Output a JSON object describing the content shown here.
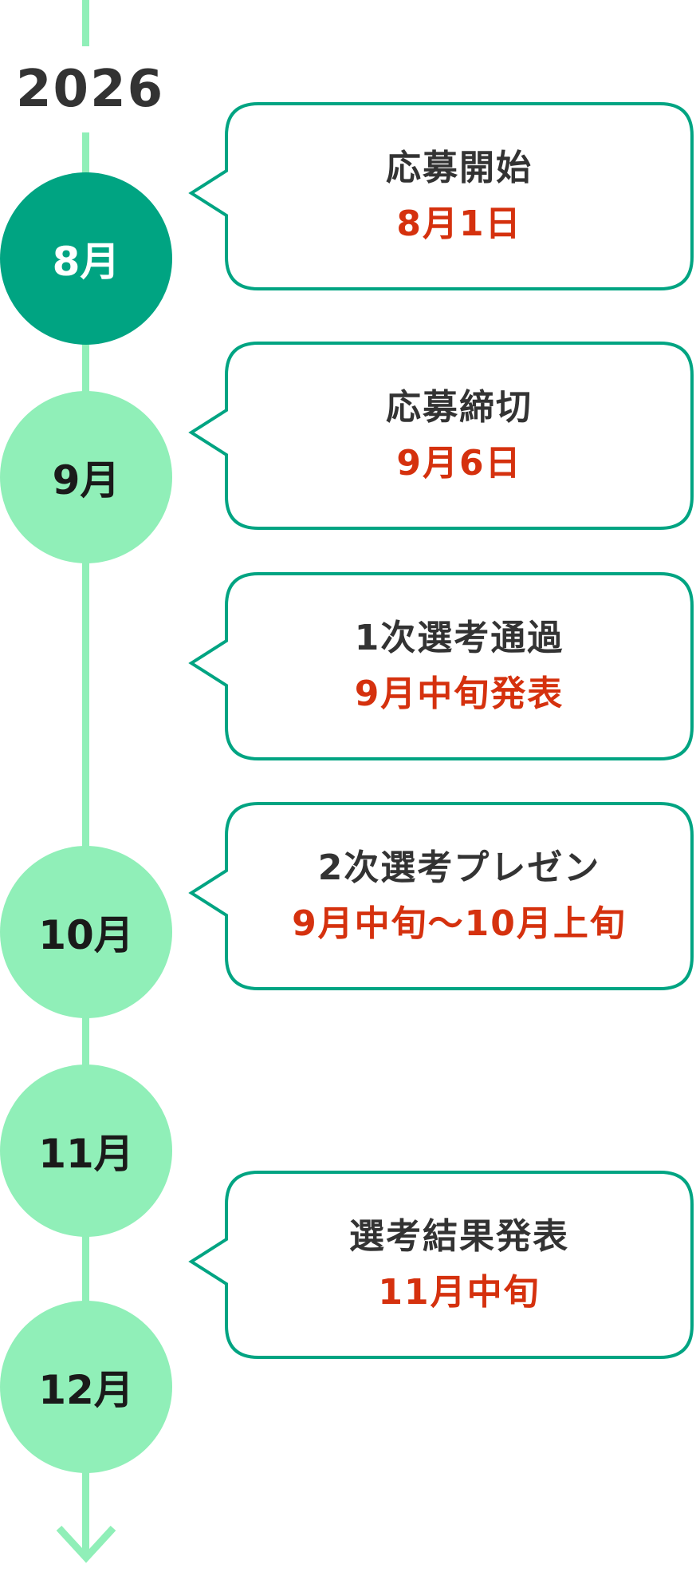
{
  "timeline": {
    "year": "2026",
    "months": [
      {
        "label": "8月",
        "active": true
      },
      {
        "label": "9月"
      },
      {
        "label": "10月"
      },
      {
        "label": "11月"
      },
      {
        "label": "12月"
      }
    ],
    "events": [
      {
        "title": "応募開始",
        "date": "8月1日"
      },
      {
        "title": "応募締切",
        "date": "9月6日"
      },
      {
        "title": "1次選考通過",
        "date": "9月中旬発表"
      },
      {
        "title": "2次選考プレゼン",
        "date": "9月中旬〜10月上旬"
      },
      {
        "title": "選考結果発表",
        "date": "11月中旬"
      }
    ]
  },
  "colors": {
    "line": "#90EFB8",
    "active_circle": "#00A482",
    "circle": "#90EFB8",
    "bubble_border": "#00A482",
    "date_text": "#D5310E",
    "title_text": "#333333"
  }
}
